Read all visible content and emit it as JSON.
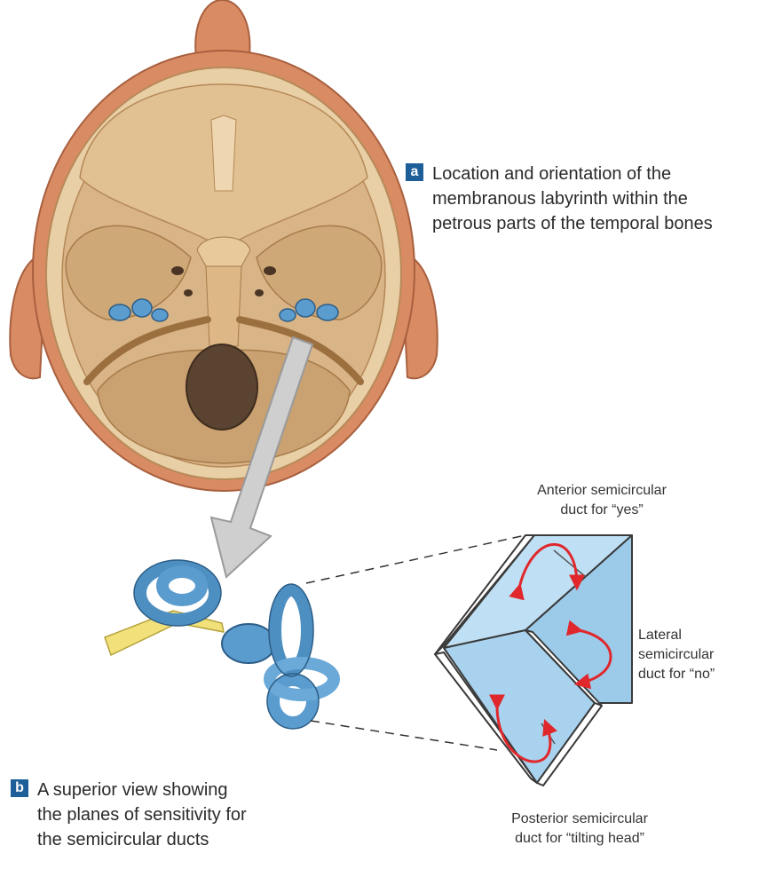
{
  "panel_a": {
    "letter": "a",
    "caption": "Location and orientation of the\nmembranous labyrinth within the\npetrous parts of the temporal bones"
  },
  "panel_b": {
    "letter": "b",
    "caption": "A superior view showing\nthe planes of sensitivity for\nthe semicircular ducts"
  },
  "labels": {
    "anterior": "Anterior semicircular\nduct for “yes”",
    "lateral": "Lateral\nsemicircular\nduct for “no”",
    "posterior": "Posterior semicircular\nduct for “tilting head”"
  },
  "colors": {
    "badge": "#1f5f99",
    "bone": "#d9b487",
    "skin": "#d98b63",
    "labyrinth": "#5b9ccf",
    "nerve": "#f2e07a",
    "plane": "#a9d3ef",
    "arrow": "#e0282c"
  }
}
